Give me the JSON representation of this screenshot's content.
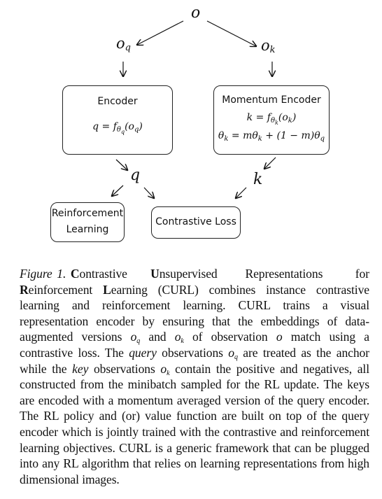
{
  "diagram": {
    "top_node": "o",
    "query_obs": "o",
    "query_obs_sub": "q",
    "key_obs": "o",
    "key_obs_sub": "k",
    "encoder": {
      "title": "Encoder",
      "equation_lhs": "q",
      "equation_func": "f",
      "equation_func_sub": "θ",
      "equation_func_subsub": "q",
      "equation_arg": "o",
      "equation_arg_sub": "q"
    },
    "momentum_encoder": {
      "title": "Momentum Encoder",
      "eq1_lhs": "k",
      "eq1_func": "f",
      "eq1_func_sub": "θ",
      "eq1_func_subsub": "k",
      "eq1_arg": "o",
      "eq1_arg_sub": "k",
      "eq2_lhs": "θ",
      "eq2_lhs_sub": "k",
      "eq2_rhs_a": "mθ",
      "eq2_rhs_a_sub": "k",
      "eq2_rhs_b": "(1 − m)θ",
      "eq2_rhs_b_sub": "q"
    },
    "q_label": "q",
    "k_label": "k",
    "rl_box": {
      "line1": "Reinforcement",
      "line2": "Learning"
    },
    "contrastive_box": "Contrastive Loss"
  },
  "caption": {
    "label": "Figure 1.",
    "title_words": [
      {
        "first": "C",
        "rest": "ontrastive"
      },
      {
        "first": "U",
        "rest": "nsupervised"
      },
      {
        "first": "",
        "rest": "Representations"
      },
      {
        "first": "",
        "rest": "for"
      },
      {
        "first": "R",
        "rest": "einforcement"
      },
      {
        "first": "L",
        "rest": "earning"
      }
    ],
    "seg1": " (CURL) combines instance contrastive learning and reinforcement learning.  CURL trains a visual representation encoder by ensuring that the embeddings of data-augmented versions ",
    "oq": "o",
    "oq_sub": "q",
    "seg2": " and ",
    "ok": "o",
    "ok_sub": "k",
    "seg3": " of observation ",
    "o": "o",
    "seg4": " match using a contrastive loss. The ",
    "query_word": "query",
    "seg5": " observations ",
    "oq2": "o",
    "oq2_sub": "q",
    "seg6": " are treated as the anchor while the ",
    "key_word": "key",
    "seg7": " observations ",
    "ok2": "o",
    "ok2_sub": "k",
    "seg8": " contain the positive and negatives, all constructed from the minibatch sampled for the RL update. The keys are encoded with a momentum averaged version of the query encoder. The RL policy and (or) value function are built on top of the query encoder which is jointly trained with the contrastive and reinforcement learning objectives.  CURL is a generic framework that can be plugged into any RL algorithm that relies on learning representations from high dimensional images."
  }
}
